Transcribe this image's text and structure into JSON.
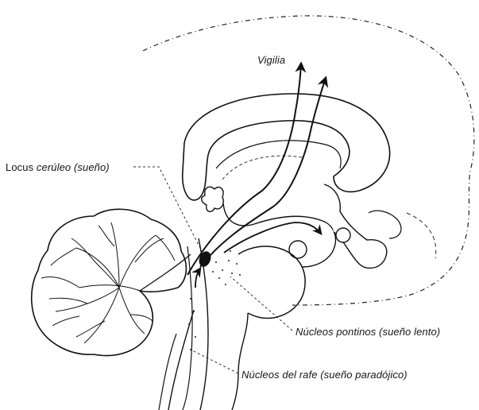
{
  "labels": {
    "vigilia": "Vigilia",
    "locus_main": "Locus ",
    "locus_italic": "cerúleo (sueño)",
    "nucleos_pontinos": "Núcleos pontinos (sueño lento)",
    "nucleos_rafe": "Núcleos del rafe (sueño paradójico)"
  },
  "colors": {
    "ink": "#111111",
    "background": "#ffffff"
  }
}
